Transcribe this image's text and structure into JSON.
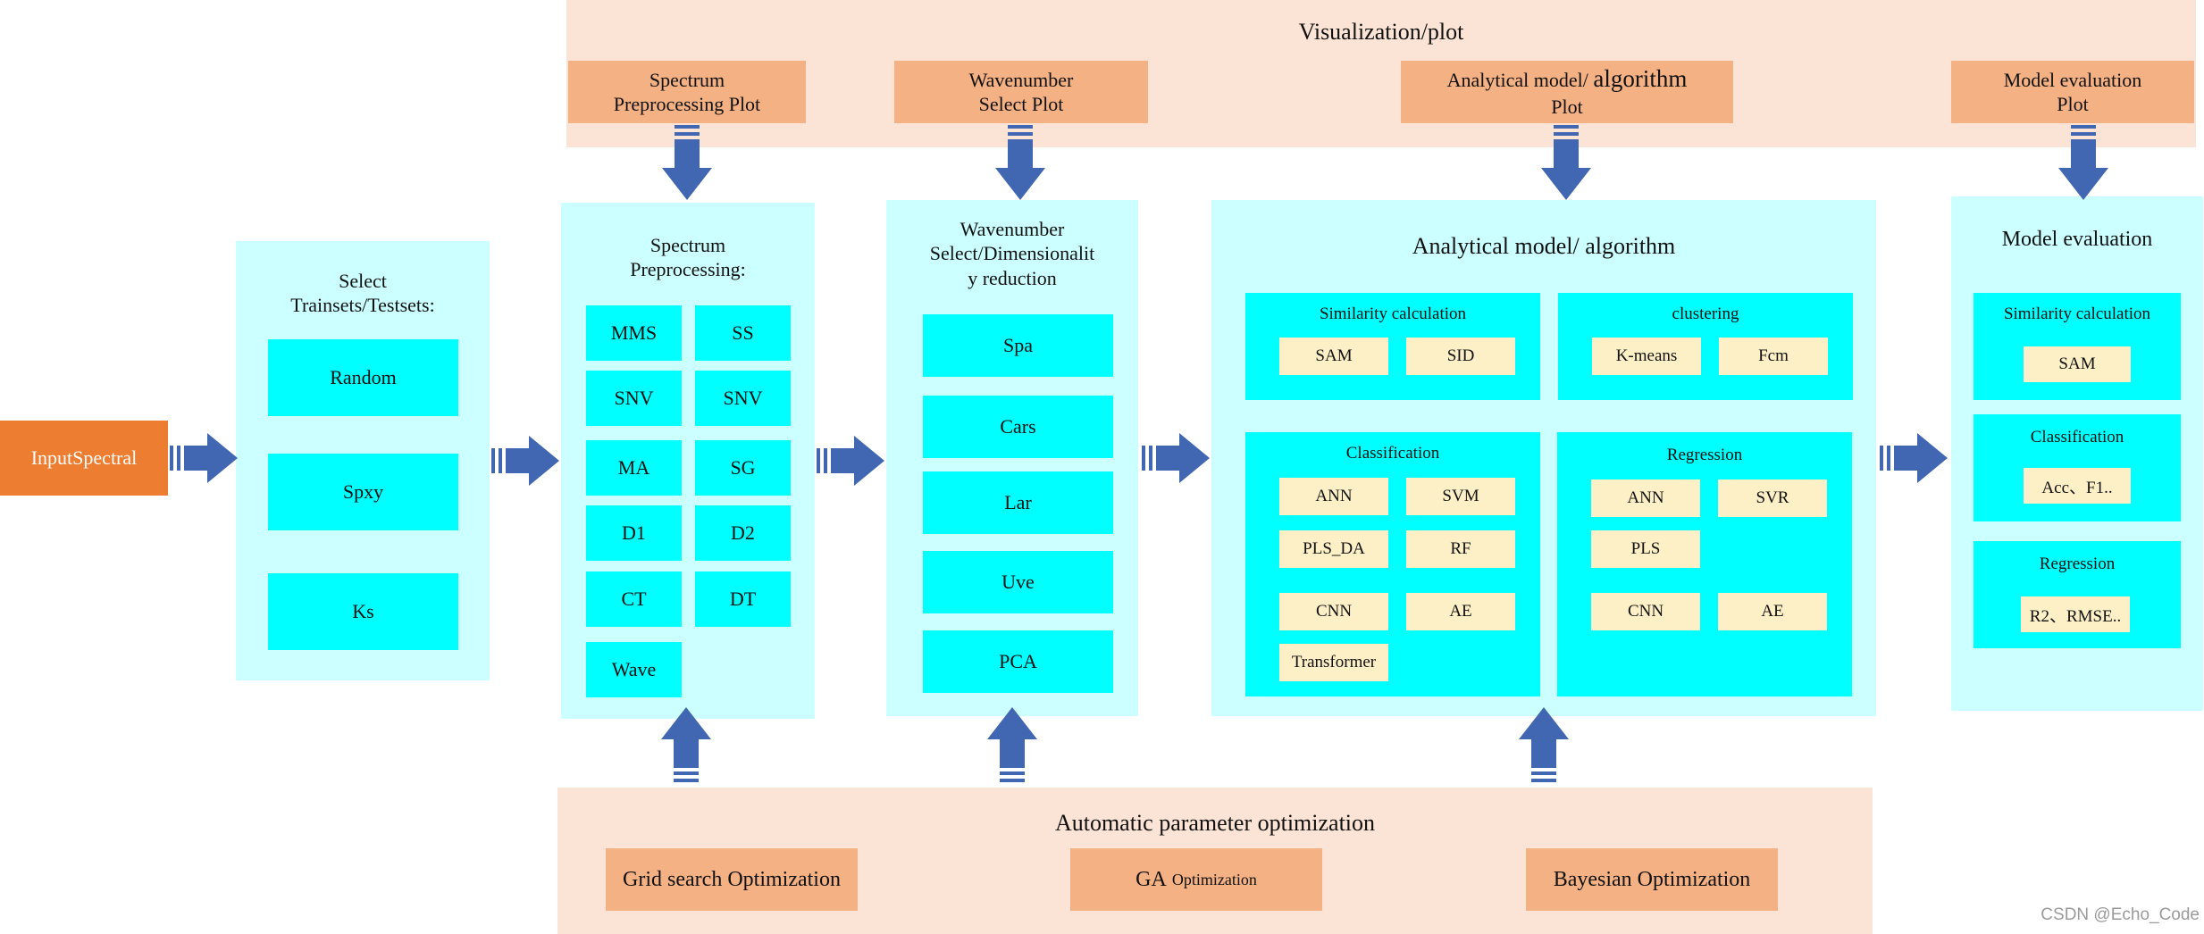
{
  "input": {
    "label": "InputSpectral"
  },
  "visualization": {
    "title": "Visualization/plot",
    "plots": [
      {
        "line1": "Spectrum",
        "line2": "Preprocessing Plot"
      },
      {
        "line1": "Wavenumber",
        "line2": "Select Plot"
      },
      {
        "line1a": "Analytical model/ ",
        "line1b": "algorithm",
        "line2": "Plot"
      },
      {
        "line1": "Model evaluation",
        "line2": "Plot"
      }
    ]
  },
  "select_sets": {
    "title_line1": "Select",
    "title_line2": "Trainsets/Testsets:",
    "items": [
      "Random",
      "Spxy",
      "Ks"
    ]
  },
  "preprocessing": {
    "title_line1": "Spectrum",
    "title_line2": "Preprocessing:",
    "items": [
      "MMS",
      "SS",
      "SNV",
      "SNV",
      "MA",
      "SG",
      "D1",
      "D2",
      "CT",
      "DT",
      "Wave"
    ]
  },
  "wavenumber": {
    "title_line1": "Wavenumber",
    "title_line2": "Select/Dimensionalit",
    "title_line3": "y reduction",
    "items": [
      "Spa",
      "Cars",
      "Lar",
      "Uve",
      "PCA"
    ]
  },
  "analytical": {
    "title": "Analytical model/ algorithm",
    "similarity": {
      "title": "Similarity calculation",
      "items": [
        "SAM",
        "SID"
      ]
    },
    "clustering": {
      "title": "clustering",
      "items": [
        "K-means",
        "Fcm"
      ]
    },
    "classification": {
      "title": "Classification",
      "items": [
        "ANN",
        "SVM",
        "PLS_DA",
        "RF",
        "CNN",
        "AE",
        "Transformer"
      ]
    },
    "regression": {
      "title": "Regression",
      "items": [
        "ANN",
        "SVR",
        "PLS",
        "CNN",
        "AE"
      ]
    }
  },
  "evaluation": {
    "title": "Model evaluation",
    "similarity": {
      "title": "Similarity calculation",
      "item": "SAM"
    },
    "classification": {
      "title": "Classification",
      "item": "Acc、F1.."
    },
    "regression": {
      "title": "Regression",
      "item": "R2、RMSE.."
    }
  },
  "optimization": {
    "title": "Automatic parameter optimization",
    "grid": "Grid search Optimization",
    "ga_main": "GA ",
    "ga_small": "Optimization",
    "bayes": "Bayesian Optimization"
  },
  "watermark": "CSDN @Echo_Code",
  "colors": {
    "peach_panel": "#fbe4d5",
    "cyan_panel": "#ccffff",
    "cyan_box": "#00ffff",
    "cream_box": "#fdefc6",
    "orange_box": "#f4b183",
    "input_box": "#ed7d31",
    "arrow": "#4267b2"
  }
}
